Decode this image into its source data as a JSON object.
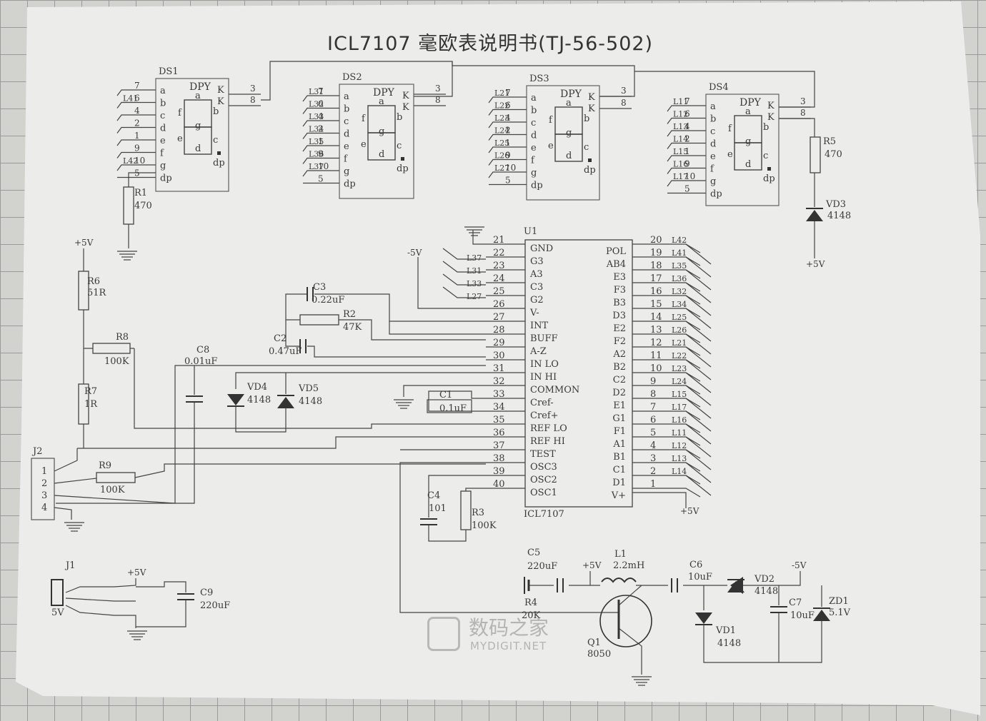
{
  "title": "ICL7107 毫欧表说明书(TJ-56-502)",
  "watermark": {
    "cn": "数码之家",
    "en": "MYDIGIT.NET"
  },
  "displays": [
    {
      "ref": "DS1",
      "dpy": "DPY",
      "pins": [
        "a",
        "b",
        "c",
        "d",
        "e",
        "f",
        "g",
        "dp"
      ],
      "nums": [
        "7",
        "6",
        "4",
        "2",
        "1",
        "9",
        "10",
        "5"
      ],
      "nets": [
        "",
        "L41",
        "",
        "",
        "",
        "",
        "L42",
        ""
      ]
    },
    {
      "ref": "DS2",
      "dpy": "DPY",
      "pins": [
        "a",
        "b",
        "c",
        "d",
        "e",
        "f",
        "g",
        "dp"
      ],
      "nums": [
        "7",
        "6",
        "4",
        "2",
        "1",
        "9",
        "10",
        "5"
      ],
      "nets": [
        "L31",
        "L32",
        "L33",
        "L34",
        "L35",
        "L36",
        "L37",
        ""
      ]
    },
    {
      "ref": "DS3",
      "dpy": "DPY",
      "pins": [
        "a",
        "b",
        "c",
        "d",
        "e",
        "f",
        "g",
        "dp"
      ],
      "nums": [
        "7",
        "6",
        "4",
        "2",
        "1",
        "9",
        "10",
        "5"
      ],
      "nets": [
        "L21",
        "L22",
        "L23",
        "L24",
        "L25",
        "L26",
        "L27",
        ""
      ]
    },
    {
      "ref": "DS4",
      "dpy": "DPY",
      "pins": [
        "a",
        "b",
        "c",
        "d",
        "e",
        "f",
        "g",
        "dp"
      ],
      "nums": [
        "7",
        "6",
        "4",
        "2",
        "1",
        "9",
        "10",
        "5"
      ],
      "nets": [
        "L11",
        "L12",
        "L13",
        "L14",
        "L15",
        "L16",
        "L17",
        ""
      ]
    }
  ],
  "seg_letters": {
    "a": "a",
    "b": "b",
    "c": "c",
    "d": "d",
    "e": "e",
    "f": "f",
    "g": "g",
    "dp": "dp",
    "k": "K",
    "p3": "3",
    "p8": "8"
  },
  "ic": {
    "ref": "U1",
    "part": "ICL7107",
    "left": [
      {
        "num": "21",
        "name": "GND",
        "net": ""
      },
      {
        "num": "22",
        "name": "G3",
        "net": "L37"
      },
      {
        "num": "23",
        "name": "A3",
        "net": "L31"
      },
      {
        "num": "24",
        "name": "C3",
        "net": "L33"
      },
      {
        "num": "25",
        "name": "G2",
        "net": "L27"
      },
      {
        "num": "26",
        "name": "V-",
        "net": ""
      },
      {
        "num": "27",
        "name": "INT",
        "net": ""
      },
      {
        "num": "28",
        "name": "BUFF",
        "net": ""
      },
      {
        "num": "29",
        "name": "A-Z",
        "net": ""
      },
      {
        "num": "30",
        "name": "IN LO",
        "net": ""
      },
      {
        "num": "31",
        "name": "IN HI",
        "net": ""
      },
      {
        "num": "32",
        "name": "COMMON",
        "net": ""
      },
      {
        "num": "33",
        "name": "Cref-",
        "net": ""
      },
      {
        "num": "34",
        "name": "Cref+",
        "net": ""
      },
      {
        "num": "35",
        "name": "REF LO",
        "net": ""
      },
      {
        "num": "36",
        "name": "REF HI",
        "net": ""
      },
      {
        "num": "37",
        "name": "TEST",
        "net": ""
      },
      {
        "num": "38",
        "name": "OSC3",
        "net": ""
      },
      {
        "num": "39",
        "name": "OSC2",
        "net": ""
      },
      {
        "num": "40",
        "name": "OSC1",
        "net": ""
      }
    ],
    "right": [
      {
        "num": "20",
        "name": "POL",
        "net": "L42"
      },
      {
        "num": "19",
        "name": "AB4",
        "net": "L41"
      },
      {
        "num": "18",
        "name": "E3",
        "net": "L35"
      },
      {
        "num": "17",
        "name": "F3",
        "net": "L36"
      },
      {
        "num": "16",
        "name": "B3",
        "net": "L32"
      },
      {
        "num": "15",
        "name": "D3",
        "net": "L34"
      },
      {
        "num": "14",
        "name": "E2",
        "net": "L25"
      },
      {
        "num": "13",
        "name": "F2",
        "net": "L26"
      },
      {
        "num": "12",
        "name": "A2",
        "net": "L21"
      },
      {
        "num": "11",
        "name": "B2",
        "net": "L22"
      },
      {
        "num": "10",
        "name": "C2",
        "net": "L23"
      },
      {
        "num": "9",
        "name": "D2",
        "net": "L24"
      },
      {
        "num": "8",
        "name": "E1",
        "net": "L15"
      },
      {
        "num": "7",
        "name": "G1",
        "net": "L17"
      },
      {
        "num": "6",
        "name": "F1",
        "net": "L16"
      },
      {
        "num": "5",
        "name": "A1",
        "net": "L11"
      },
      {
        "num": "4",
        "name": "B1",
        "net": "L12"
      },
      {
        "num": "3",
        "name": "C1",
        "net": "L13"
      },
      {
        "num": "2",
        "name": "D1",
        "net": "L14"
      },
      {
        "num": "1",
        "name": "V+",
        "net": ""
      }
    ]
  },
  "parts": {
    "R1": {
      "ref": "R1",
      "val": "470"
    },
    "R5": {
      "ref": "R5",
      "val": "470"
    },
    "VD3": {
      "ref": "VD3",
      "val": "4148"
    },
    "R6": {
      "ref": "R6",
      "val": "51R"
    },
    "R7": {
      "ref": "R7",
      "val": "1R"
    },
    "R8": {
      "ref": "R8",
      "val": "100K"
    },
    "R9": {
      "ref": "R9",
      "val": "100K"
    },
    "R2": {
      "ref": "R2",
      "val": "47K"
    },
    "R3": {
      "ref": "R3",
      "val": "100K"
    },
    "R4": {
      "ref": "R4",
      "val": "20K"
    },
    "C1": {
      "ref": "C1",
      "val": "0.1uF"
    },
    "C2": {
      "ref": "C2",
      "val": "0.47uF"
    },
    "C3": {
      "ref": "C3",
      "val": "0.22uF"
    },
    "C4": {
      "ref": "C4",
      "val": "101"
    },
    "C5": {
      "ref": "C5",
      "val": "220uF"
    },
    "C6": {
      "ref": "C6",
      "val": "10uF"
    },
    "C7": {
      "ref": "C7",
      "val": "10uF"
    },
    "C8": {
      "ref": "C8",
      "val": "0.01uF"
    },
    "C9": {
      "ref": "C9",
      "val": "220uF"
    },
    "VD1": {
      "ref": "VD1",
      "val": "4148"
    },
    "VD2": {
      "ref": "VD2",
      "val": "4148"
    },
    "VD4": {
      "ref": "VD4",
      "val": "4148"
    },
    "VD5": {
      "ref": "VD5",
      "val": "4148"
    },
    "ZD1": {
      "ref": "ZD1",
      "val": "5.1V"
    },
    "Q1": {
      "ref": "Q1",
      "val": "8050"
    },
    "L1": {
      "ref": "L1",
      "val": "2.2mH"
    }
  },
  "connectors": {
    "J1": {
      "ref": "J1",
      "label": "5V"
    },
    "J2": {
      "ref": "J2",
      "pins": [
        "1",
        "2",
        "3",
        "4"
      ]
    }
  },
  "rails": {
    "pos5_top": "+5V",
    "neg5": "-5V",
    "pos5_vd3": "+5V",
    "pos5_ic": "+5V",
    "pos5_c5": "+5V",
    "neg5_vd2": "-5V",
    "pos5_j1": "+5V"
  }
}
